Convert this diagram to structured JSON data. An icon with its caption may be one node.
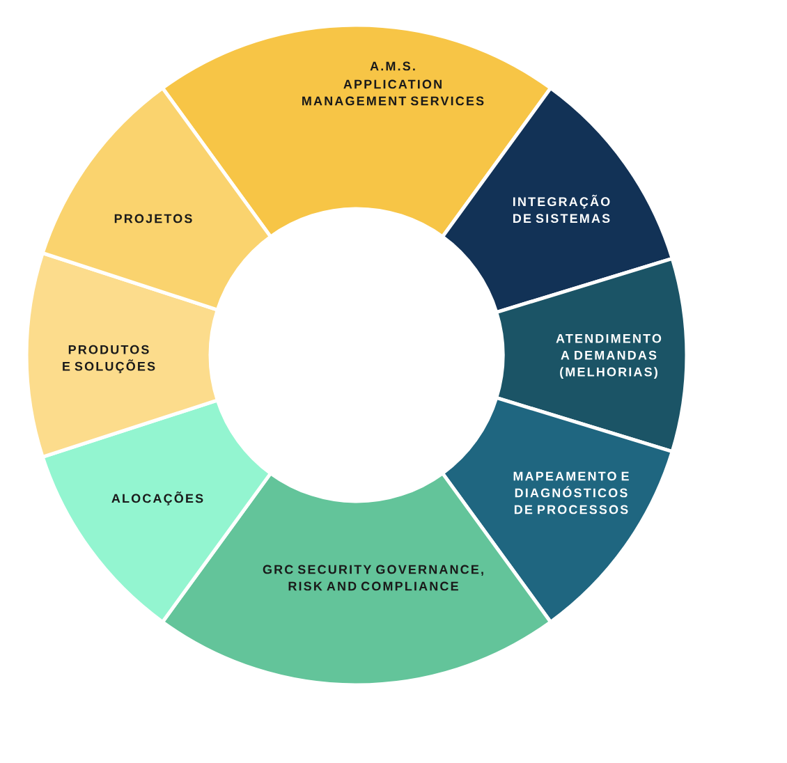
{
  "diagram": {
    "nodes": [
      {
        "text": [
          "A.M.S.",
          "APPLICATION MANAGEMENT SERVICES"
        ]
      },
      {
        "text": [
          "INTEGRAÇÃO DE SISTEMAS"
        ]
      },
      {
        "text": [
          "ATENDIMENTO A DEMANDAS (MELHORIAS)"
        ]
      },
      {
        "text": [
          "MAPEAMENTO E DIAGNÓSTICOS DE PROCESSOS"
        ]
      },
      {
        "text": [
          "GRC SECURITY GOVERNANCE, RISK AND COMPLIANCE"
        ]
      },
      {
        "text": [
          "ALOCAÇÕES"
        ]
      },
      {
        "text": [
          "PRODUTOS E SOLUÇÕES"
        ]
      },
      {
        "text": [
          "PROJETOS"
        ]
      }
    ]
  }
}
